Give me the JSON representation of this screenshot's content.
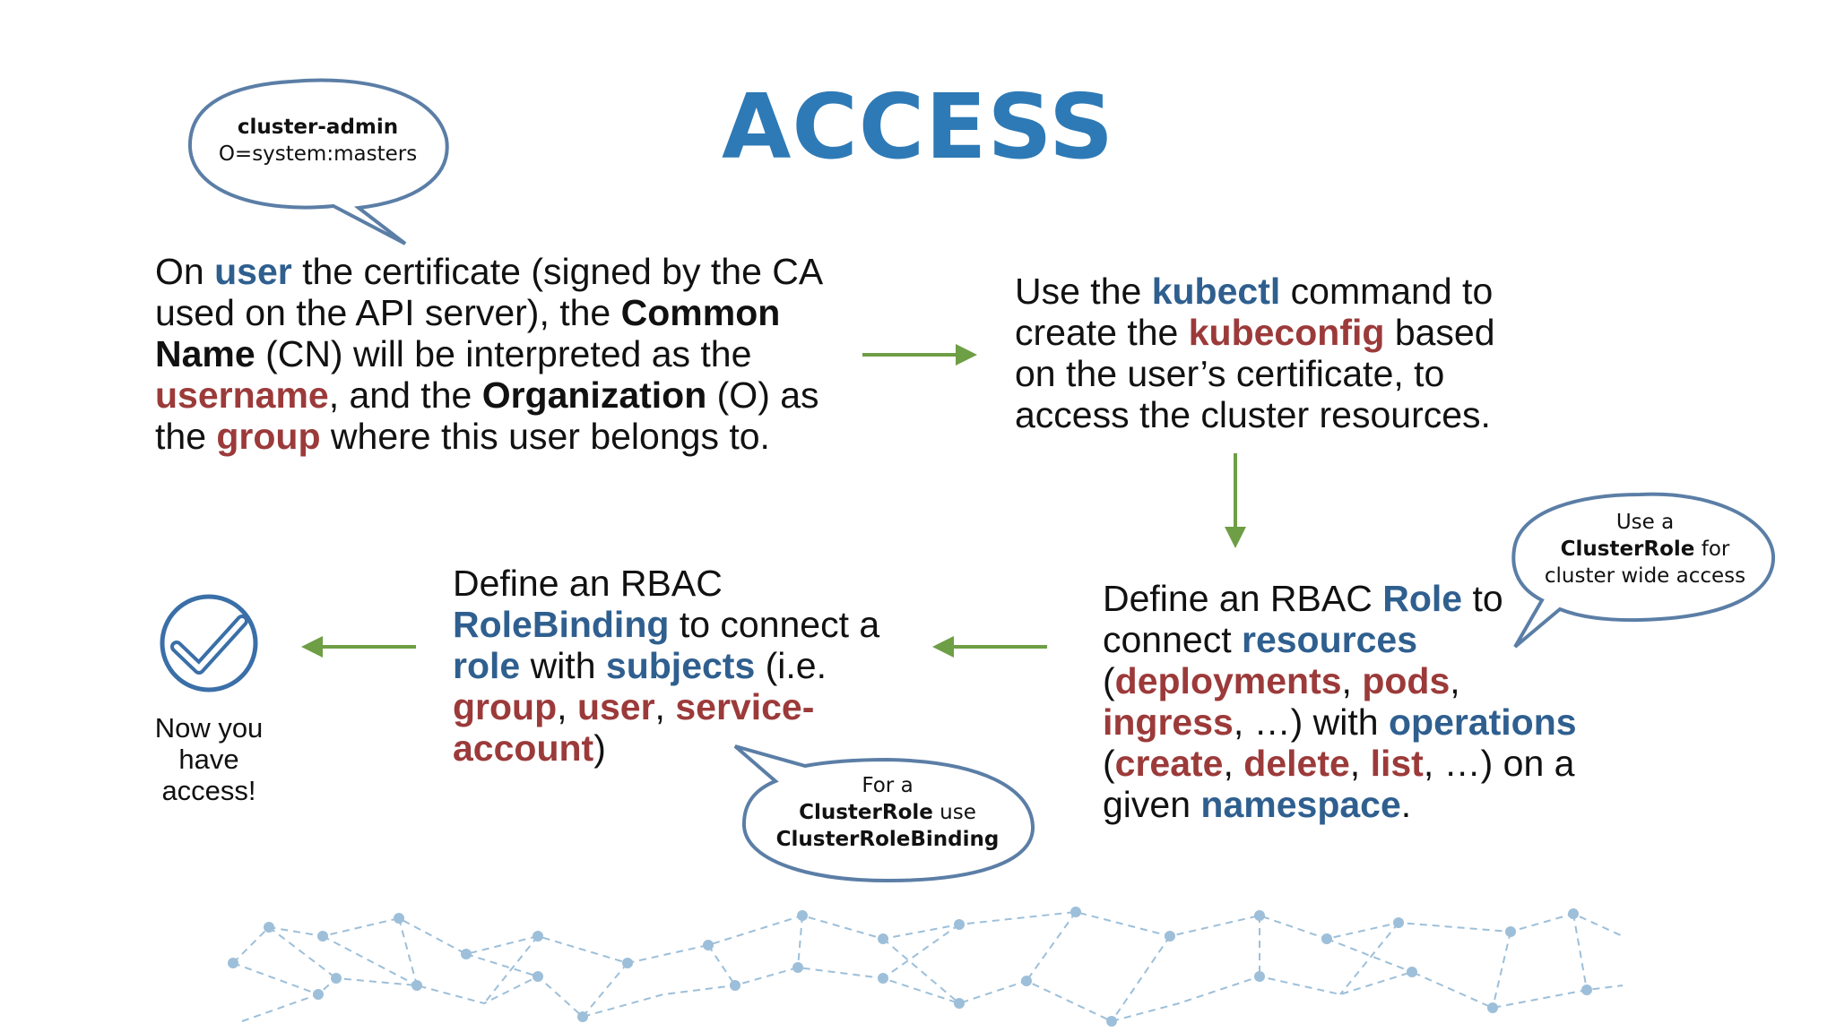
{
  "title": "ACCESS",
  "colors": {
    "title": "#2e7ab6",
    "highlight_blue": "#2f5f8f",
    "highlight_red": "#9c3a3a",
    "arrow": "#6e9e45",
    "bubble_outline": "#5b7ea6",
    "network": "#9dbfd9"
  },
  "bubbles": {
    "admin": {
      "line1": "cluster-admin",
      "line2": "O=system:masters"
    },
    "clusterrole": {
      "line1": "Use a",
      "line2_bold": "ClusterRole",
      "line2_rest": " for",
      "line3": "cluster wide access"
    },
    "clusterrolebinding": {
      "line1": "For a",
      "line2_bold": "ClusterRole",
      "line2_rest": " use",
      "line3": "ClusterRoleBinding"
    }
  },
  "step1": {
    "p1": "On ",
    "user": "user",
    "p2": " the certificate (signed by the CA used on the API server), the ",
    "common_name": "Common Name",
    "p3": " (CN) will be interpreted as the ",
    "username": "username",
    "p4": ", and the ",
    "organization": "Organization",
    "p5": " (O) as the ",
    "group": "group",
    "p6": " where this user belongs to."
  },
  "step2": {
    "p1": "Use the ",
    "kubectl": "kubectl",
    "p2": " command to create the ",
    "kubeconfig": "kubeconfig",
    "p3": " based on the user’s certificate, to access the cluster resources."
  },
  "step3": {
    "p1": "Define an RBAC ",
    "role": "Role",
    "p2": " to connect ",
    "resources": "resources",
    "p3": " (",
    "deployments": "deployments",
    "c1": ", ",
    "pods": "pods",
    "c2": ", ",
    "ingress": "ingress",
    "p4": ", …) with ",
    "operations": "operations",
    "p5": " (",
    "create": "create",
    "c3": ", ",
    "delete": "delete",
    "c4": ", ",
    "list": "list",
    "p6": ", …) on a given ",
    "namespace": "namespace",
    "p7": "."
  },
  "step4": {
    "p1": "Define an RBAC ",
    "rolebinding": "RoleBinding",
    "p2": " to connect a ",
    "role": "role",
    "p3": " with ",
    "subjects": "subjects",
    "p4": " (i.e. ",
    "group": "group",
    "c1": ", ",
    "user": "user",
    "c2": ", ",
    "serviceaccount": "service-account",
    "p5": ")"
  },
  "result": {
    "line1": "Now you",
    "line2": "have",
    "line3": "access!"
  }
}
